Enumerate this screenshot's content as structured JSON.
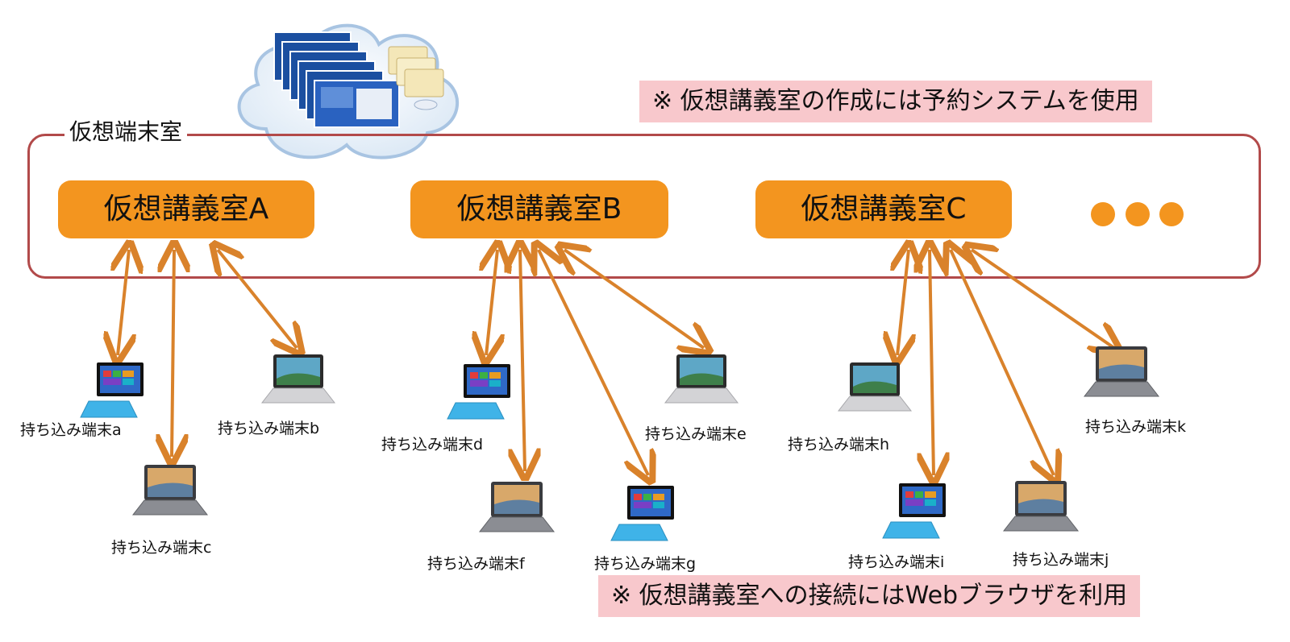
{
  "top_note": "※ 仮想講義室の作成には予約システムを使用",
  "bottom_note": "※ 仮想講義室への接続にはWebブラウザを利用",
  "group_title": "仮想端末室",
  "rooms": [
    {
      "label": "仮想講義室A"
    },
    {
      "label": "仮想講義室B"
    },
    {
      "label": "仮想講義室C"
    }
  ],
  "more_indicator": "ellipsis-dots",
  "devices": [
    {
      "label": "持ち込み端末a",
      "kind": "tablet-blue"
    },
    {
      "label": "持ち込み端末b",
      "kind": "laptop-silver"
    },
    {
      "label": "持ち込み端末c",
      "kind": "laptop-gray"
    },
    {
      "label": "持ち込み端末d",
      "kind": "tablet-blue"
    },
    {
      "label": "持ち込み端末e",
      "kind": "laptop-silver"
    },
    {
      "label": "持ち込み端末f",
      "kind": "laptop-gray"
    },
    {
      "label": "持ち込み端末g",
      "kind": "tablet-blue"
    },
    {
      "label": "持ち込み端末h",
      "kind": "laptop-silver"
    },
    {
      "label": "持ち込み端末i",
      "kind": "tablet-blue"
    },
    {
      "label": "持ち込み端末j",
      "kind": "laptop-gray"
    },
    {
      "label": "持ち込み端末k",
      "kind": "laptop-gray"
    }
  ],
  "icons": [
    "cloud-icon",
    "virtual-desktop-stack-icon",
    "folder-stack-icon",
    "tablet-icon",
    "laptop-icon"
  ],
  "colors": {
    "room_fill": "#f3951f",
    "arrow": "#d9822b",
    "frame": "#b24a4a",
    "note_fill": "#f8c8cc",
    "tablet_cover": "#3fb3e8"
  }
}
